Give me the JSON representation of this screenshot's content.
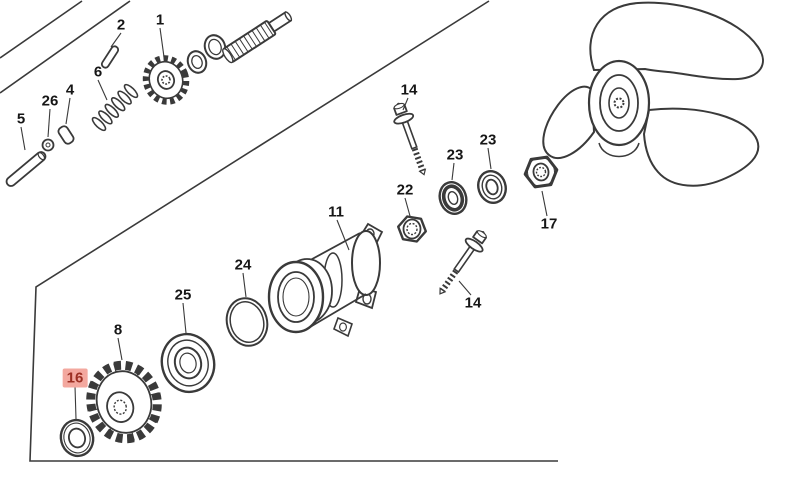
{
  "diagram": {
    "description": "Exploded parts diagram of an outboard gearcase / propeller assembly",
    "highlighted_part": "16"
  },
  "colors": {
    "line": "#3a3a3a",
    "label_text": "#161616",
    "highlight_text": "#9c2f23",
    "highlight_bg": "#f3a89f"
  },
  "labels": [
    {
      "text": "2",
      "highlighted": false
    },
    {
      "text": "1",
      "highlighted": false
    },
    {
      "text": "6",
      "highlighted": false
    },
    {
      "text": "4",
      "highlighted": false
    },
    {
      "text": "26",
      "highlighted": false
    },
    {
      "text": "5",
      "highlighted": false
    },
    {
      "text": "14",
      "highlighted": false
    },
    {
      "text": "23",
      "highlighted": false
    },
    {
      "text": "23",
      "highlighted": false
    },
    {
      "text": "22",
      "highlighted": false
    },
    {
      "text": "17",
      "highlighted": false
    },
    {
      "text": "11",
      "highlighted": false
    },
    {
      "text": "24",
      "highlighted": false
    },
    {
      "text": "25",
      "highlighted": false
    },
    {
      "text": "8",
      "highlighted": false
    },
    {
      "text": "16",
      "highlighted": true
    },
    {
      "text": "14",
      "highlighted": false
    }
  ]
}
